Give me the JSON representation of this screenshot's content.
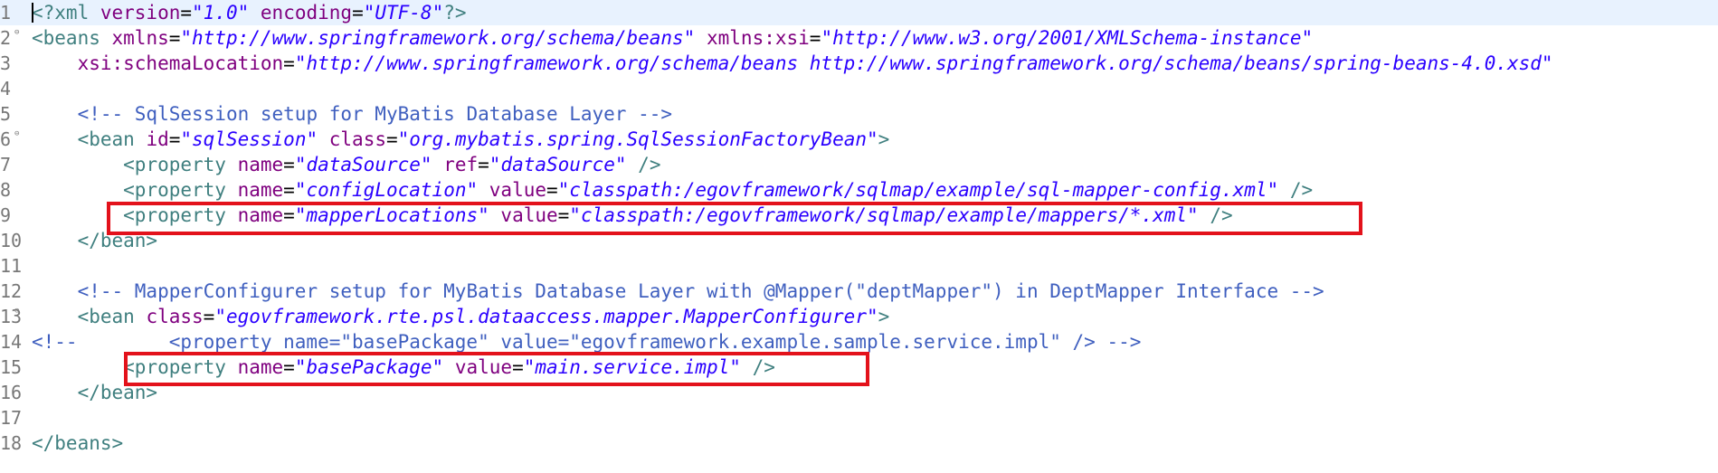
{
  "editor": {
    "lines": [
      {
        "num": "1",
        "fold": "",
        "current": true,
        "tokens": [
          {
            "c": "t-tag",
            "t": "<?xml "
          },
          {
            "c": "t-attr",
            "t": "version"
          },
          {
            "c": "t-txt",
            "t": "="
          },
          {
            "c": "t-str",
            "t": "\"1.0\""
          },
          {
            "c": "t-txt",
            "t": " "
          },
          {
            "c": "t-attr",
            "t": "encoding"
          },
          {
            "c": "t-txt",
            "t": "="
          },
          {
            "c": "t-str",
            "t": "\"UTF-8\""
          },
          {
            "c": "t-tag",
            "t": "?>"
          }
        ]
      },
      {
        "num": "2",
        "fold": "⊖",
        "current": false,
        "tokens": [
          {
            "c": "t-tag",
            "t": "<beans "
          },
          {
            "c": "t-attr",
            "t": "xmlns"
          },
          {
            "c": "t-txt",
            "t": "="
          },
          {
            "c": "t-str",
            "t": "\"http://www.springframework.org/schema/beans\""
          },
          {
            "c": "t-txt",
            "t": " "
          },
          {
            "c": "t-attr",
            "t": "xmlns:xsi"
          },
          {
            "c": "t-txt",
            "t": "="
          },
          {
            "c": "t-str",
            "t": "\"http://www.w3.org/2001/XMLSchema-instance\""
          }
        ]
      },
      {
        "num": "3",
        "fold": "",
        "current": false,
        "tokens": [
          {
            "c": "t-txt",
            "t": "    "
          },
          {
            "c": "t-attr",
            "t": "xsi:schemaLocation"
          },
          {
            "c": "t-txt",
            "t": "="
          },
          {
            "c": "t-str",
            "t": "\"http://www.springframework.org/schema/beans http://www.springframework.org/schema/beans/spring-beans-4.0.xsd\""
          }
        ]
      },
      {
        "num": "4",
        "fold": "",
        "current": false,
        "tokens": []
      },
      {
        "num": "5",
        "fold": "",
        "current": false,
        "tokens": [
          {
            "c": "t-txt",
            "t": "    "
          },
          {
            "c": "t-cmt",
            "t": "<!-- SqlSession setup for MyBatis Database Layer -->"
          }
        ]
      },
      {
        "num": "6",
        "fold": "⊖",
        "current": false,
        "tokens": [
          {
            "c": "t-txt",
            "t": "    "
          },
          {
            "c": "t-tag",
            "t": "<bean "
          },
          {
            "c": "t-attr",
            "t": "id"
          },
          {
            "c": "t-txt",
            "t": "="
          },
          {
            "c": "t-str",
            "t": "\"sqlSession\""
          },
          {
            "c": "t-txt",
            "t": " "
          },
          {
            "c": "t-attr",
            "t": "class"
          },
          {
            "c": "t-txt",
            "t": "="
          },
          {
            "c": "t-str",
            "t": "\"org.mybatis.spring.SqlSessionFactoryBean\""
          },
          {
            "c": "t-tag",
            "t": ">"
          }
        ]
      },
      {
        "num": "7",
        "fold": "",
        "current": false,
        "tokens": [
          {
            "c": "t-txt",
            "t": "        "
          },
          {
            "c": "t-tag",
            "t": "<property "
          },
          {
            "c": "t-attr",
            "t": "name"
          },
          {
            "c": "t-txt",
            "t": "="
          },
          {
            "c": "t-str",
            "t": "\"dataSource\""
          },
          {
            "c": "t-txt",
            "t": " "
          },
          {
            "c": "t-attr",
            "t": "ref"
          },
          {
            "c": "t-txt",
            "t": "="
          },
          {
            "c": "t-str",
            "t": "\"dataSource\""
          },
          {
            "c": "t-txt",
            "t": " "
          },
          {
            "c": "t-tag",
            "t": "/>"
          }
        ]
      },
      {
        "num": "8",
        "fold": "",
        "current": false,
        "tokens": [
          {
            "c": "t-txt",
            "t": "        "
          },
          {
            "c": "t-tag",
            "t": "<property "
          },
          {
            "c": "t-attr",
            "t": "name"
          },
          {
            "c": "t-txt",
            "t": "="
          },
          {
            "c": "t-str",
            "t": "\"configLocation\""
          },
          {
            "c": "t-txt",
            "t": " "
          },
          {
            "c": "t-attr",
            "t": "value"
          },
          {
            "c": "t-txt",
            "t": "="
          },
          {
            "c": "t-str",
            "t": "\"classpath:/egovframework/sqlmap/example/sql-mapper-config.xml\""
          },
          {
            "c": "t-txt",
            "t": " "
          },
          {
            "c": "t-tag",
            "t": "/>"
          }
        ]
      },
      {
        "num": "9",
        "fold": "",
        "current": false,
        "tokens": [
          {
            "c": "t-txt",
            "t": "        "
          },
          {
            "c": "t-tag",
            "t": "<property "
          },
          {
            "c": "t-attr",
            "t": "name"
          },
          {
            "c": "t-txt",
            "t": "="
          },
          {
            "c": "t-str",
            "t": "\"mapperLocations\""
          },
          {
            "c": "t-txt",
            "t": " "
          },
          {
            "c": "t-attr",
            "t": "value"
          },
          {
            "c": "t-txt",
            "t": "="
          },
          {
            "c": "t-str",
            "t": "\"classpath:/egovframework/sqlmap/example/mappers/*.xml\""
          },
          {
            "c": "t-txt",
            "t": " "
          },
          {
            "c": "t-tag",
            "t": "/>"
          }
        ]
      },
      {
        "num": "10",
        "fold": "",
        "current": false,
        "tokens": [
          {
            "c": "t-txt",
            "t": "    "
          },
          {
            "c": "t-tag",
            "t": "</bean>"
          }
        ]
      },
      {
        "num": "11",
        "fold": "",
        "current": false,
        "tokens": []
      },
      {
        "num": "12",
        "fold": "",
        "current": false,
        "tokens": [
          {
            "c": "t-txt",
            "t": "    "
          },
          {
            "c": "t-cmt",
            "t": "<!-- MapperConfigurer setup for MyBatis Database Layer with @Mapper(\"deptMapper\") in DeptMapper Interface -->"
          }
        ]
      },
      {
        "num": "13",
        "fold": "⊖",
        "current": false,
        "tokens": [
          {
            "c": "t-txt",
            "t": "    "
          },
          {
            "c": "t-tag",
            "t": "<bean "
          },
          {
            "c": "t-attr",
            "t": "class"
          },
          {
            "c": "t-txt",
            "t": "="
          },
          {
            "c": "t-str",
            "t": "\"egovframework.rte.psl.dataaccess.mapper.MapperConfigurer\""
          },
          {
            "c": "t-tag",
            "t": ">"
          }
        ]
      },
      {
        "num": "14",
        "fold": "",
        "current": false,
        "tokens": [
          {
            "c": "t-cmt",
            "t": "<!--        <property name=\"basePackage\" value=\"egovframework.example.sample.service.impl\" /> -->"
          }
        ]
      },
      {
        "num": "15",
        "fold": "",
        "current": false,
        "tokens": [
          {
            "c": "t-txt",
            "t": "        "
          },
          {
            "c": "t-tag",
            "t": "<property "
          },
          {
            "c": "t-attr",
            "t": "name"
          },
          {
            "c": "t-txt",
            "t": "="
          },
          {
            "c": "t-str",
            "t": "\"basePackage\""
          },
          {
            "c": "t-txt",
            "t": " "
          },
          {
            "c": "t-attr",
            "t": "value"
          },
          {
            "c": "t-txt",
            "t": "="
          },
          {
            "c": "t-str",
            "t": "\"main.service.impl\""
          },
          {
            "c": "t-txt",
            "t": " "
          },
          {
            "c": "t-tag",
            "t": "/>"
          }
        ]
      },
      {
        "num": "16",
        "fold": "",
        "current": false,
        "tokens": [
          {
            "c": "t-txt",
            "t": "    "
          },
          {
            "c": "t-tag",
            "t": "</bean>"
          }
        ]
      },
      {
        "num": "17",
        "fold": "",
        "current": false,
        "tokens": []
      },
      {
        "num": "18",
        "fold": "",
        "current": false,
        "tokens": [
          {
            "c": "t-tag",
            "t": "</beans>"
          }
        ]
      }
    ]
  },
  "colors": {
    "tag": "#3f7f7f",
    "attribute": "#7f007f",
    "string": "#2a00ff",
    "comment": "#3f5fbf",
    "current_line": "#e8f2fe",
    "highlight_box": "#e3121b"
  }
}
